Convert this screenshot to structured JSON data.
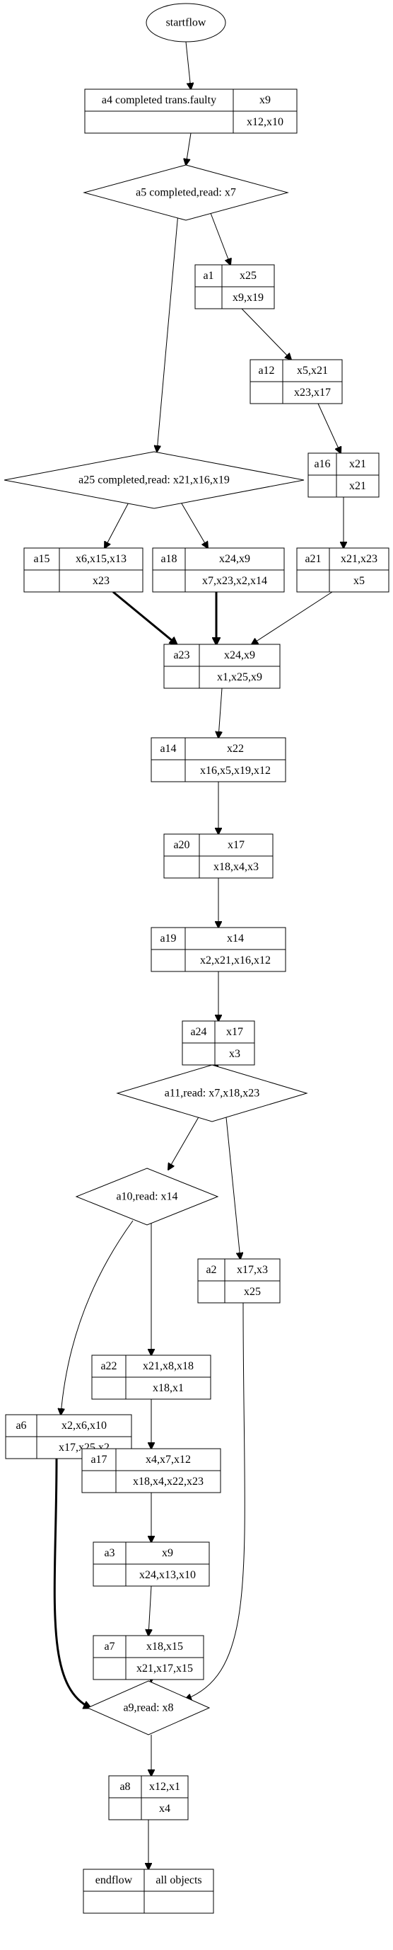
{
  "nodes": {
    "start": {
      "label": "startflow"
    },
    "a4": {
      "id": "a4",
      "action": "completed trans.faulty",
      "writes": "x9",
      "reads": "x12,x10"
    },
    "a5": {
      "label": "a5 completed,read: x7"
    },
    "a1": {
      "id": "a1",
      "action": "",
      "writes": "x25",
      "reads": "x9,x19"
    },
    "a12": {
      "id": "a12",
      "action": "",
      "writes": "x5,x21",
      "reads": "x23,x17"
    },
    "a16": {
      "id": "a16",
      "action": "",
      "writes": "x21",
      "reads": "x21"
    },
    "a25": {
      "label": "a25 completed,read: x21,x16,x19"
    },
    "a15": {
      "id": "a15",
      "action": "",
      "writes": "x6,x15,x13",
      "reads": "x23"
    },
    "a18": {
      "id": "a18",
      "action": "",
      "writes": "x24,x9",
      "reads": "x7,x23,x2,x14"
    },
    "a21": {
      "id": "a21",
      "action": "",
      "writes": "x21,x23",
      "reads": "x5"
    },
    "a23": {
      "id": "a23",
      "action": "",
      "writes": "x24,x9",
      "reads": "x1,x25,x9"
    },
    "a14": {
      "id": "a14",
      "action": "",
      "writes": "x22",
      "reads": "x16,x5,x19,x12"
    },
    "a20": {
      "id": "a20",
      "action": "",
      "writes": "x17",
      "reads": "x18,x4,x3"
    },
    "a19": {
      "id": "a19",
      "action": "",
      "writes": "x14",
      "reads": "x2,x21,x16,x12"
    },
    "a24": {
      "id": "a24",
      "action": "",
      "writes": "x17",
      "reads": "x3"
    },
    "a11": {
      "label": "a11,read: x7,x18,x23"
    },
    "a10": {
      "label": "a10,read: x14"
    },
    "a2": {
      "id": "a2",
      "action": "",
      "writes": "x17,x3",
      "reads": "x25"
    },
    "a22": {
      "id": "a22",
      "action": "",
      "writes": "x21,x8,x18",
      "reads": "x18,x1"
    },
    "a6": {
      "id": "a6",
      "action": "",
      "writes": "x2,x6,x10",
      "reads": "x17,x25,x2"
    },
    "a17": {
      "id": "a17",
      "action": "",
      "writes": "x4,x7,x12",
      "reads": "x18,x4,x22,x23"
    },
    "a3": {
      "id": "a3",
      "action": "",
      "writes": "x9",
      "reads": "x24,x13,x10"
    },
    "a7": {
      "id": "a7",
      "action": "",
      "writes": "x18,x15",
      "reads": "x21,x17,x15"
    },
    "a9": {
      "label": "a9,read: x8"
    },
    "a8": {
      "id": "a8",
      "action": "",
      "writes": "x12,x1",
      "reads": "x4"
    },
    "end": {
      "label": "endflow",
      "objects": "all objects"
    }
  },
  "edges": [
    {
      "from": "start",
      "to": "a4",
      "bold": false
    },
    {
      "from": "a4",
      "to": "a5",
      "bold": false
    },
    {
      "from": "a5",
      "to": "a1",
      "bold": false
    },
    {
      "from": "a5",
      "to": "a25",
      "bold": false
    },
    {
      "from": "a1",
      "to": "a12",
      "bold": false
    },
    {
      "from": "a12",
      "to": "a16",
      "bold": false
    },
    {
      "from": "a16",
      "to": "a21",
      "bold": false
    },
    {
      "from": "a25",
      "to": "a15",
      "bold": false
    },
    {
      "from": "a25",
      "to": "a18",
      "bold": false
    },
    {
      "from": "a15",
      "to": "a23",
      "bold": true
    },
    {
      "from": "a18",
      "to": "a23",
      "bold": true
    },
    {
      "from": "a21",
      "to": "a23",
      "bold": false
    },
    {
      "from": "a23",
      "to": "a14",
      "bold": false
    },
    {
      "from": "a14",
      "to": "a20",
      "bold": false
    },
    {
      "from": "a20",
      "to": "a19",
      "bold": false
    },
    {
      "from": "a19",
      "to": "a24",
      "bold": false
    },
    {
      "from": "a24",
      "to": "a11",
      "bold": false
    },
    {
      "from": "a11",
      "to": "a10",
      "bold": false
    },
    {
      "from": "a11",
      "to": "a2",
      "bold": false
    },
    {
      "from": "a10",
      "to": "a22",
      "bold": false
    },
    {
      "from": "a10",
      "to": "a6",
      "bold": false
    },
    {
      "from": "a22",
      "to": "a17",
      "bold": false
    },
    {
      "from": "a17",
      "to": "a3",
      "bold": false
    },
    {
      "from": "a3",
      "to": "a7",
      "bold": false
    },
    {
      "from": "a7",
      "to": "a9",
      "bold": true
    },
    {
      "from": "a6",
      "to": "a9",
      "bold": true
    },
    {
      "from": "a2",
      "to": "a9",
      "bold": false
    },
    {
      "from": "a9",
      "to": "a8",
      "bold": false
    },
    {
      "from": "a8",
      "to": "end",
      "bold": false
    }
  ]
}
